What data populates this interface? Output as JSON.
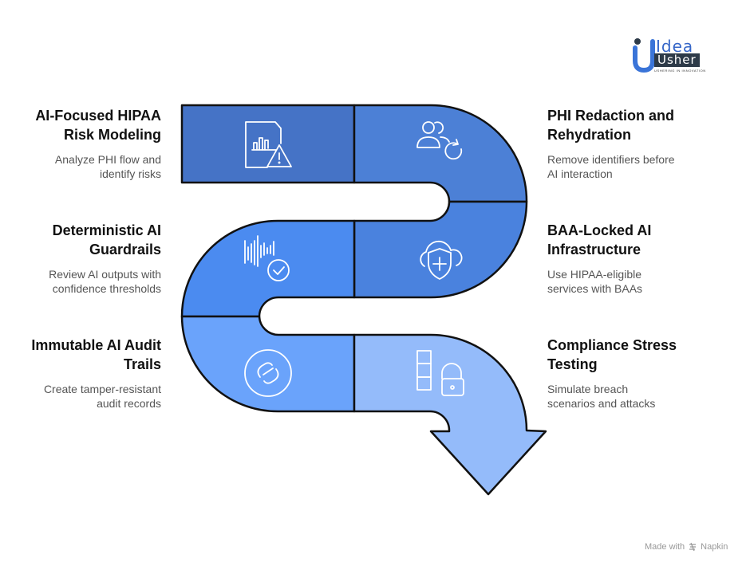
{
  "logo": {
    "line1": "Idea",
    "line2": "Usher",
    "tagline": "USHERING IN INNOVATION"
  },
  "colors": {
    "seg1": "#4573C6",
    "seg2": "#4C80D6",
    "seg3": "#4A82DE",
    "seg4": "#4B8BF0",
    "seg5": "#6AA3FB",
    "seg6": "#94BBFA",
    "outline": "#111111",
    "icon": "#ffffff"
  },
  "steps": [
    {
      "id": 1,
      "side": "left",
      "title": "AI-Focused HIPAA Risk Modeling",
      "title_lines": [
        "AI-Focused HIPAA",
        "Risk Modeling"
      ],
      "description_lines": [
        "Analyze PHI flow and",
        "identify risks"
      ],
      "icon": "document-chart-warning-icon"
    },
    {
      "id": 2,
      "side": "right",
      "title": "PHI Redaction and Rehydration",
      "title_lines": [
        "PHI Redaction and",
        "Rehydration"
      ],
      "description_lines": [
        "Remove identifiers before",
        "AI interaction"
      ],
      "icon": "users-refresh-icon"
    },
    {
      "id": 3,
      "side": "right",
      "title": "BAA-Locked AI Infrastructure",
      "title_lines": [
        "BAA-Locked AI",
        "Infrastructure"
      ],
      "description_lines": [
        "Use HIPAA-eligible",
        "services with BAAs"
      ],
      "icon": "cloud-shield-icon"
    },
    {
      "id": 4,
      "side": "left",
      "title": "Deterministic AI Guardrails",
      "title_lines": [
        "Deterministic AI",
        "Guardrails"
      ],
      "description_lines": [
        "Review AI outputs with",
        "confidence thresholds"
      ],
      "icon": "waveform-check-icon"
    },
    {
      "id": 5,
      "side": "left",
      "title": "Immutable AI Audit Trails",
      "title_lines": [
        "Immutable AI Audit",
        "Trails"
      ],
      "description_lines": [
        "Create tamper-resistant",
        "audit records"
      ],
      "icon": "link-circle-icon"
    },
    {
      "id": 6,
      "side": "right",
      "title": "Compliance Stress Testing",
      "title_lines": [
        "Compliance Stress",
        "Testing"
      ],
      "description_lines": [
        "Simulate breach",
        "scenarios and attacks"
      ],
      "icon": "blocks-lock-icon"
    }
  ],
  "footer": {
    "made_with": "Made with",
    "brand": "Napkin"
  }
}
